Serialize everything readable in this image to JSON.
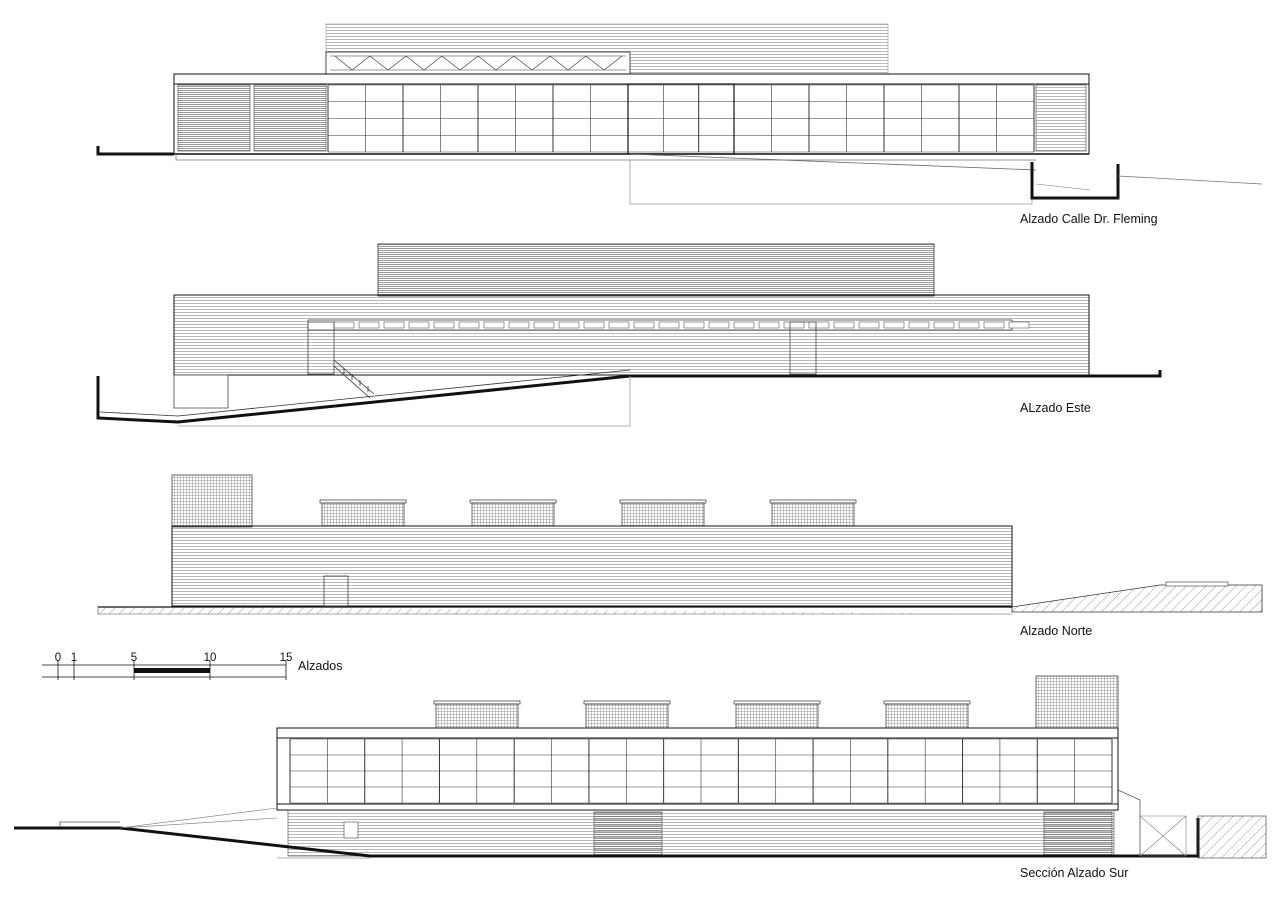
{
  "drawing": {
    "elevations": [
      {
        "id": "fleming",
        "label": "Alzado Calle Dr. Fleming"
      },
      {
        "id": "este",
        "label": "ALzado Este"
      },
      {
        "id": "norte",
        "label": "Alzado Norte"
      },
      {
        "id": "sur",
        "label": "Sección Alzado Sur"
      }
    ],
    "scale_bar": {
      "ticks": [
        "0",
        "1",
        "5",
        "10",
        "15"
      ],
      "caption": "Alzados"
    }
  }
}
